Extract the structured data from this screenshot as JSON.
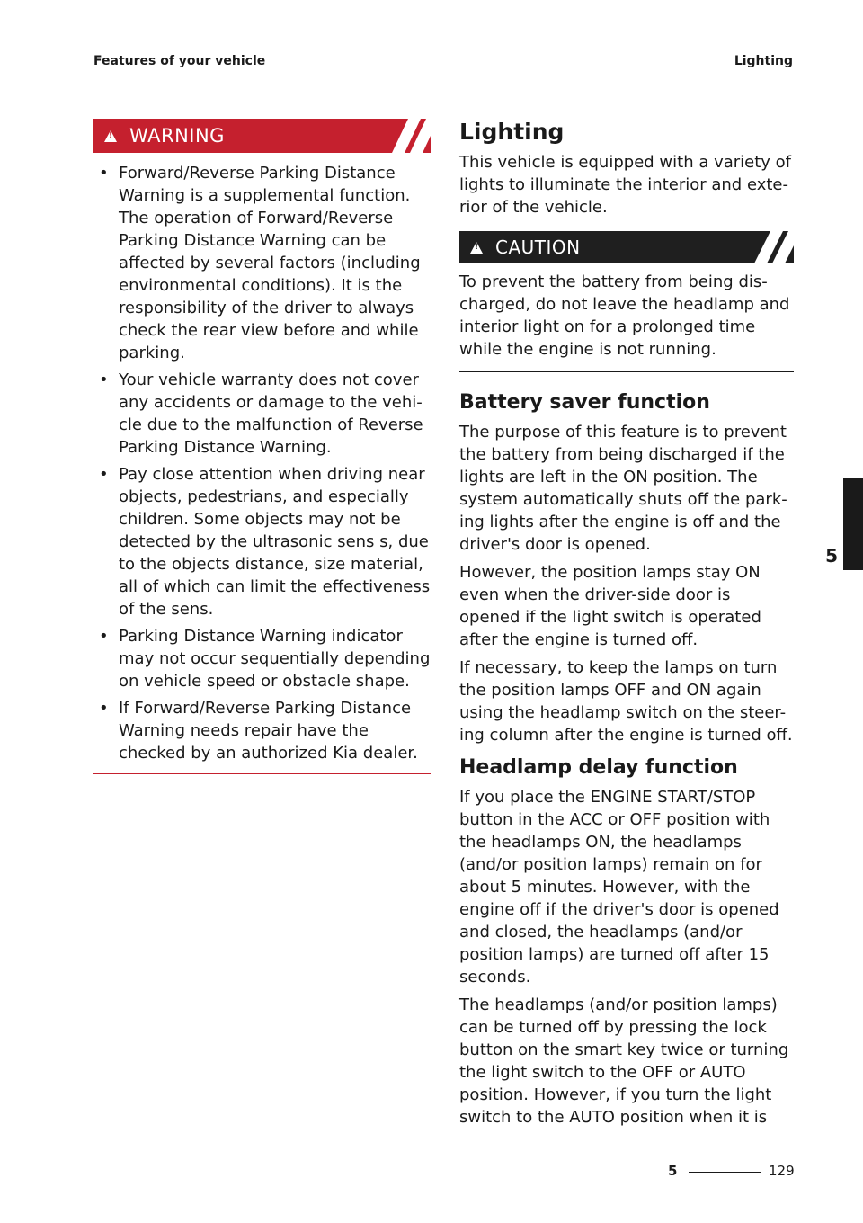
{
  "header": {
    "left": "Features of your vehicle",
    "right": "Lighting"
  },
  "warning": {
    "label": "WARNING",
    "items": [
      "Forward/Reverse Parking Distance Warning is a supplemental function. The operation of Forward/Reverse Parking Distance Warning can be affected by several factors (including environmental conditions). It is the responsibility of the driver to always check the rear view before and while parking.",
      "Your vehicle warranty does not cover any accidents or damage to the vehi-cle due to the malfunction of Reverse Parking Distance Warning.",
      "Pay close attention when driving near objects, pedestrians, and especially children. Some objects may not be detected by the ultrasonic sens s, due to the objects distance, size material, all of which can limit the effectiveness of the sens.",
      "Parking Distance Warning indicator may not occur sequentially depending on vehicle speed or obstacle shape.",
      "If Forward/Reverse Parking Distance Warning needs repair have the checked by an authorized Kia dealer."
    ]
  },
  "lighting": {
    "title": "Lighting",
    "intro": "This vehicle is equipped with a variety of lights to illuminate the interior and exte-rior of the vehicle."
  },
  "caution": {
    "label": "CAUTION",
    "text": "To prevent the battery from being dis-charged, do not leave the headlamp and interior light on for a prolonged time while the engine is not running."
  },
  "battery_saver": {
    "title": "Battery saver function",
    "paragraphs": [
      "The purpose of this feature is to prevent the battery from being discharged if the lights are left in the ON position. The system automatically shuts off the park-ing lights after the engine is off and the driver's door is opened.",
      "However, the position lamps stay ON even when the driver-side door is opened if the light switch is operated after the engine is turned off.",
      "If necessary, to keep the lamps on turn the position lamps OFF and ON again using the headlamp switch on the steer-ing column after the engine is turned off."
    ]
  },
  "headlamp_delay": {
    "title": "Headlamp delay function",
    "paragraphs": [
      "If you place the ENGINE START/STOP button in the ACC or OFF position with the headlamps ON, the headlamps (and/or position lamps) remain on for about 5 minutes. However, with the engine off if the driver's door is opened and closed, the headlamps (and/or position lamps) are turned off after 15 seconds.",
      "The headlamps (and/or position lamps) can be turned off by pressing the lock button on the smart key twice or turning the light switch to the OFF or AUTO position. However, if you turn the light switch to the AUTO position when it is"
    ]
  },
  "side_tab": {
    "chapter": "5"
  },
  "footer": {
    "chapter": "5",
    "page": "129"
  },
  "colors": {
    "warning": "#c5202e",
    "caution": "#1f1f1f",
    "text": "#1a1a1a"
  }
}
